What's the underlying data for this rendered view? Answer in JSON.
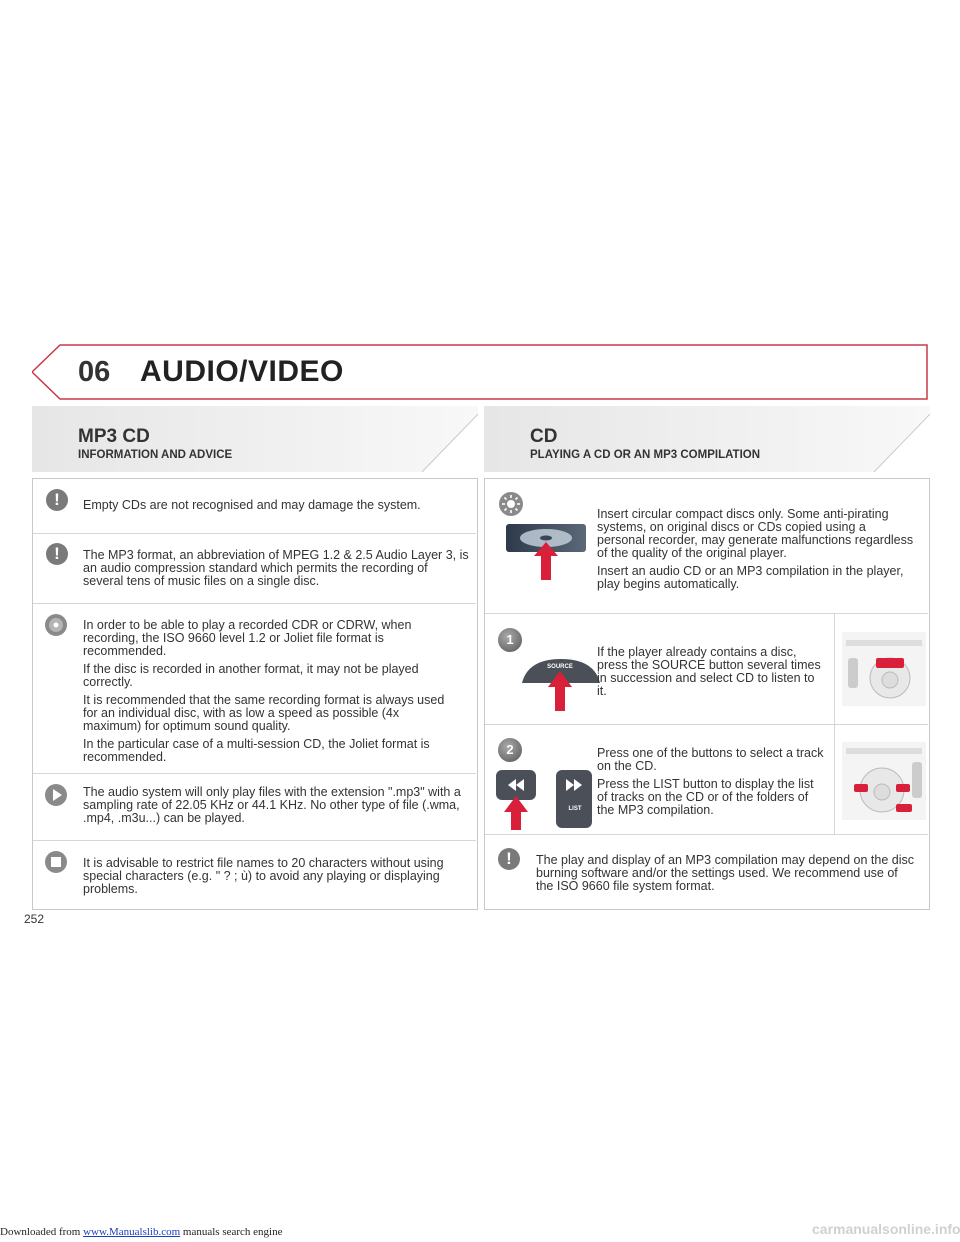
{
  "footer": {
    "prefix": "Downloaded from ",
    "link": "www.Manualslib.com",
    "suffix": " manuals search engine",
    "watermark": "carmanualsonline.info"
  },
  "chapter": {
    "number": "06",
    "title": "AUDIO/VIDEO"
  },
  "left": {
    "title": "MP3 CD",
    "subtitle": "INFORMATION AND ADVICE",
    "warn1": "Empty CDs are not recognised and may damage the system.",
    "warn2": "The MP3 format, an abbreviation of MPEG 1.2 & 2.5 Audio Layer 3, is an audio compression standard which permits the recording of several tens of music files on a single disc.",
    "disc_p1": "In order to be able to play a recorded CDR or CDRW, when recording, the ISO 9660 level 1.2 or Joliet file format is recommended.",
    "disc_p2": "If the disc is recorded in another format, it may not be played correctly.",
    "disc_p3": "It is recommended that the same recording format is always used for an individual disc, with as low a speed as possible (4x maximum) for optimum sound quality.",
    "disc_p4": "In the particular case of a multi-session CD, the Joliet format is recommended.",
    "play_text": "The audio system will only play files with the extension \".mp3\" with a sampling rate of 22.05 KHz or 44.1 KHz. No other type of file (.wma, .mp4, .m3u...) can be played.",
    "stop_text": "It is advisable to restrict file names to 20 characters without using special characters (e.g. \" ? ; ù) to avoid any playing or displaying problems."
  },
  "right": {
    "title": "CD",
    "subtitle": "PLAYING A CD OR AN MP3 COMPILATION",
    "insert_p1": "Insert circular compact discs only. Some anti-pirating systems, on original discs or CDs copied using a personal recorder, may generate malfunctions regardless of the quality of the original player.",
    "insert_p2": "Insert an audio CD or an MP3 compilation in the player, play begins automatically.",
    "step1_num": "1",
    "step1_text": "If the player already contains a disc, press the SOURCE button several times in succession and select CD to listen to it.",
    "step1_button": "SOURCE",
    "step2_num": "2",
    "step2_p1": "Press one of the buttons to select a track on the CD.",
    "step2_p2": "Press the LIST button to display the list of tracks on the CD or of the folders of the MP3 compilation.",
    "step2_button": "LIST",
    "warn_text": "The play and display of an MP3 compilation may depend on the disc burning software and/or the settings used. We recommend use of the ISO 9660 file system format."
  },
  "page_number": "252",
  "icons": {
    "warning": "!",
    "play": "play-icon",
    "stop": "stop-icon",
    "disc": "disc-icon",
    "light": "light-icon"
  }
}
